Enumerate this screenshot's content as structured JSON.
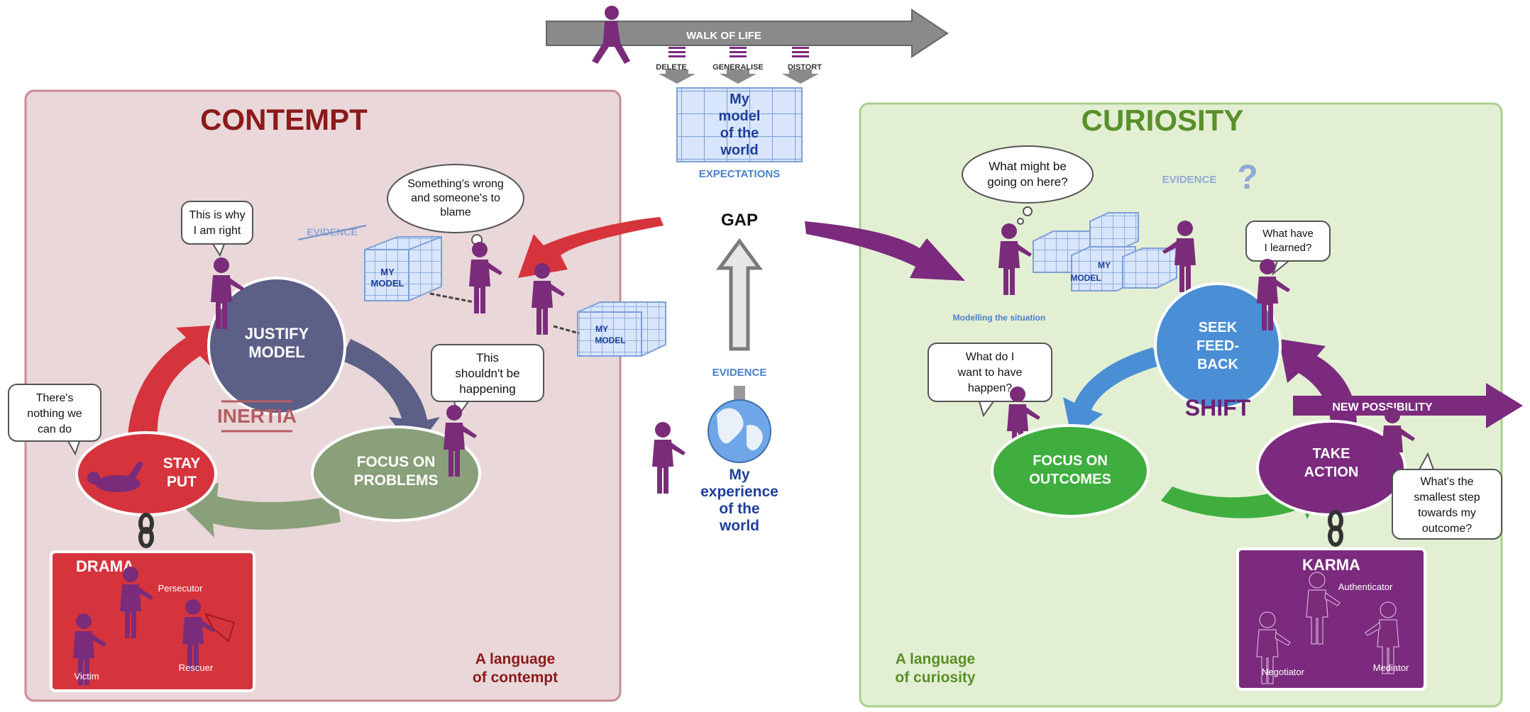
{
  "walk": {
    "title": "WALK OF LIFE",
    "filters": [
      "DELETE",
      "GENERALISE",
      "DISTORT"
    ]
  },
  "model": {
    "lines": [
      "My",
      "model",
      "of the",
      "world"
    ],
    "expectations": "EXPECTATIONS"
  },
  "gap": "GAP",
  "evidence_center": "EVIDENCE",
  "experience": {
    "lines": [
      "My",
      "experience",
      "of the",
      "world"
    ]
  },
  "contempt": {
    "title": "CONTEMPT",
    "bubble_right": [
      "This is why",
      "I am right"
    ],
    "bubble_wrong": [
      "Something's wrong",
      "and someone's to",
      "blame"
    ],
    "evidence_crossed": "EVIDENCE",
    "cube_label": [
      "MY",
      "MODEL"
    ],
    "cube_label_small": [
      "MY",
      "MODEL"
    ],
    "justify": [
      "JUSTIFY",
      "MODEL"
    ],
    "inertia": "INERTIA",
    "bubble_nothing": [
      "There's",
      "nothing we",
      "can do"
    ],
    "bubble_shouldnt": [
      "This",
      "shouldn't be",
      "happening"
    ],
    "stay_put": [
      "STAY",
      "PUT"
    ],
    "focus_problems": [
      "FOCUS ON",
      "PROBLEMS"
    ],
    "drama": {
      "title": "DRAMA",
      "roles": [
        "Persecutor",
        "Victim",
        "Rescuer"
      ]
    },
    "footer": [
      "A language",
      "of contempt"
    ]
  },
  "curiosity": {
    "title": "CURIOSITY",
    "bubble_what": [
      "What might be",
      "going on here?"
    ],
    "evidence_q": "EVIDENCE",
    "cube_label": [
      "MY",
      "MODEL"
    ],
    "bubble_learned": [
      "What have",
      "I learned?"
    ],
    "modelling": "Modelling the situation",
    "seek": [
      "SEEK",
      "FEED-",
      "BACK"
    ],
    "bubble_want": [
      "What do I",
      "want to have",
      "happen?"
    ],
    "shift": "SHIFT",
    "new_possibility": "NEW POSSIBILITY",
    "focus_outcomes": [
      "FOCUS ON",
      "OUTCOMES"
    ],
    "take_action": [
      "TAKE",
      "ACTION"
    ],
    "bubble_smallest": [
      "What's the",
      "smallest step",
      "towards my",
      "outcome?"
    ],
    "karma": {
      "title": "KARMA",
      "roles": [
        "Authenticator",
        "Negotiator",
        "Mediator"
      ]
    },
    "footer": [
      "A language",
      "of curiosity"
    ]
  },
  "colors": {
    "contempt_bg": "#e9d7d9",
    "contempt_border": "#c98c92",
    "contempt_title": "#8b1a1a",
    "curiosity_bg": "#e3efd3",
    "curiosity_border": "#a8d08d",
    "curiosity_title": "#5a8f29",
    "figure": "#7a2c7a",
    "red": "#d6343c",
    "navy": "#5c5f86",
    "sage": "#8aa07a",
    "blue": "#4a8fd6",
    "green": "#3fae3f",
    "purple": "#7b2a7e",
    "gray": "#8a8a8a"
  }
}
